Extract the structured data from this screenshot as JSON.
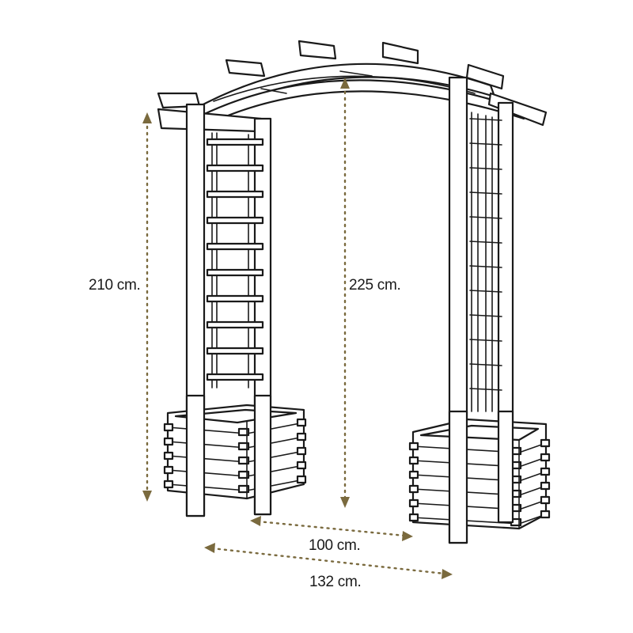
{
  "dimensions": {
    "post_height": "210 cm.",
    "total_height": "225 cm.",
    "inner_width": "100 cm.",
    "total_width": "132 cm."
  },
  "colors": {
    "line": "#1a1a1a",
    "dimension": "#7a6a3e",
    "background": "#ffffff"
  }
}
